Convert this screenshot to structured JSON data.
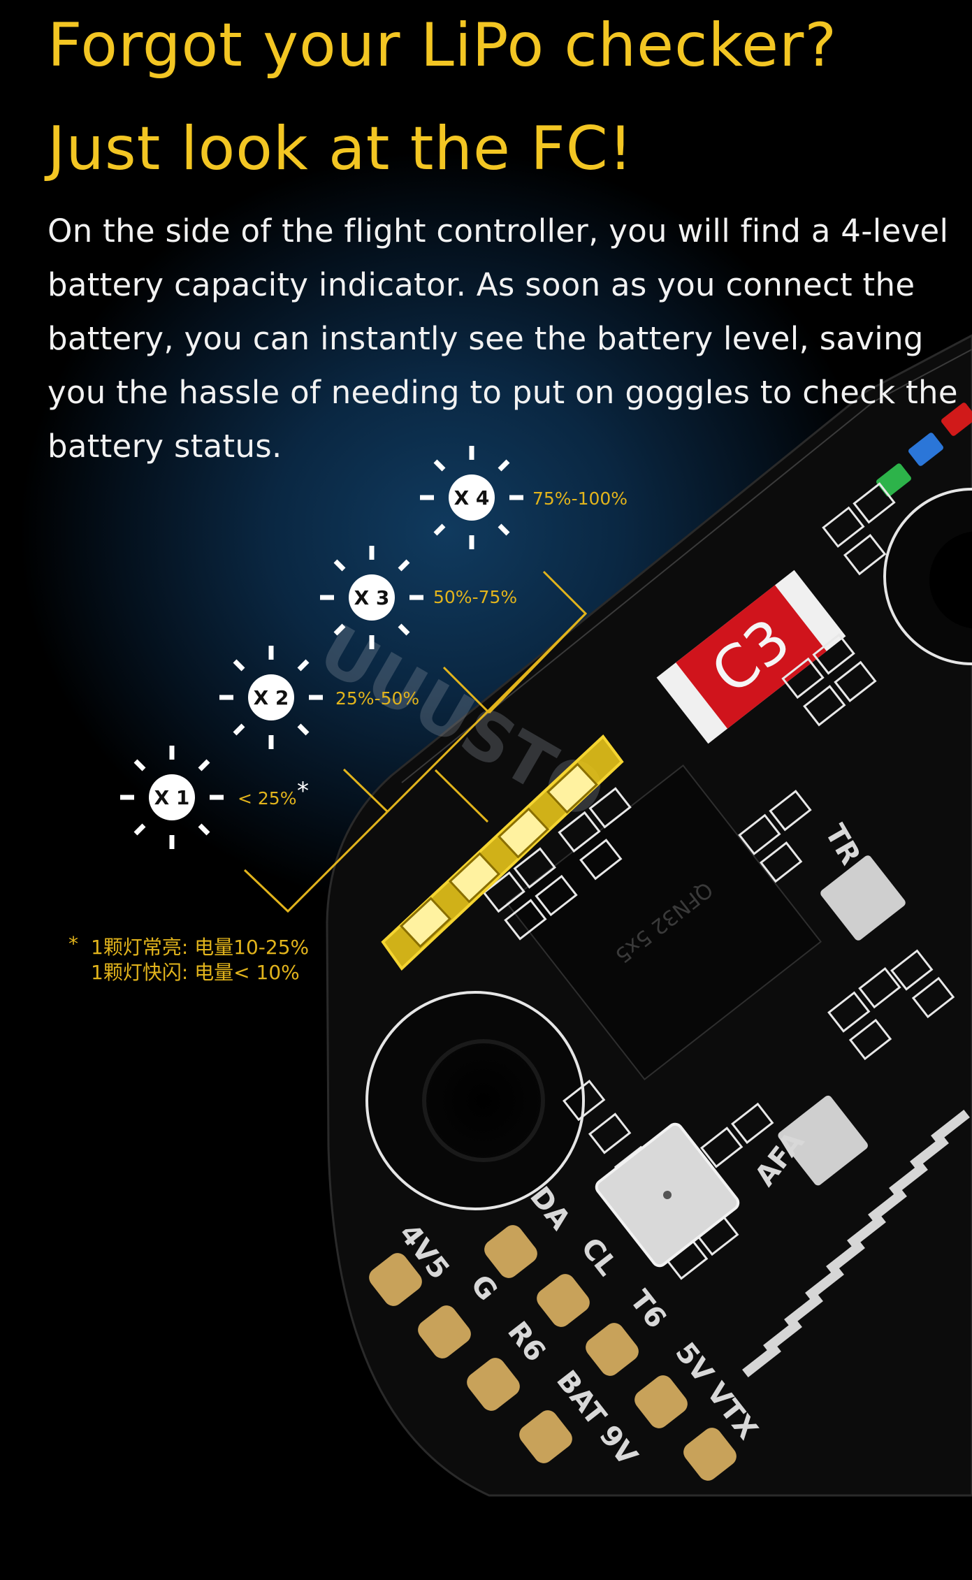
{
  "headline": {
    "line1": "Forgot your LiPo checker?",
    "line2": "Just look at the FC!"
  },
  "description": "On the side of the flight controller, you will find a 4-level battery capacity indicator. As soon as you connect the battery, you can instantly see the battery level, saving you the hassle of needing to put on goggles to check the battery status.",
  "levels": [
    {
      "badge": "X 1",
      "range": "< 25%",
      "asterisk": "*"
    },
    {
      "badge": "X 2",
      "range": "25%-50%"
    },
    {
      "badge": "X 3",
      "range": "50%-75%"
    },
    {
      "badge": "X 4",
      "range": "75%-100%"
    }
  ],
  "footnote": {
    "marker": "*",
    "line1": "1颗灯常亮:  电量10-25%",
    "line2": "1颗灯快闪:  电量< 10%"
  },
  "board": {
    "fuse_label": "C3",
    "watermark": "UUUSTO",
    "chip_label": "QFN32 5x5",
    "pad_labels": [
      "4V5",
      "G",
      "DA",
      "CL",
      "R6",
      "T6",
      "BAT 9V",
      "5V VTX",
      "TR",
      "AFA"
    ]
  },
  "colors": {
    "headline": "#f3c623",
    "accent": "#e2b41c",
    "board": "#0c0c0c",
    "fuse": "#d0141c",
    "pad": "#c8a25a"
  }
}
